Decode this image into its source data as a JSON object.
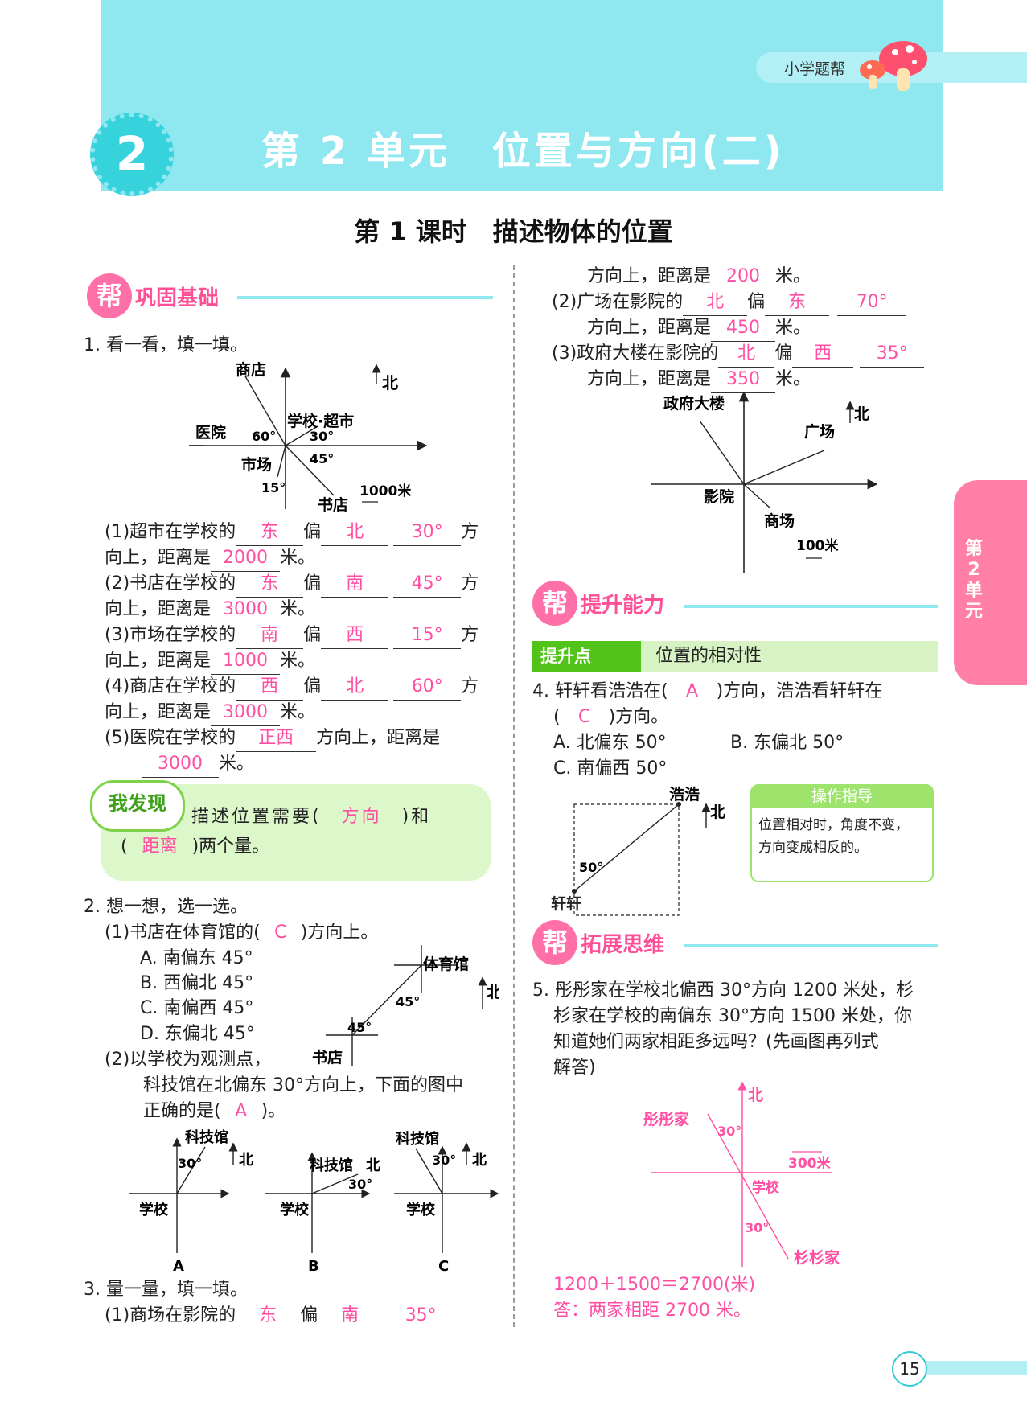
{
  "header": {
    "brand": "小学题帮",
    "unit_number": "2",
    "unit_title": "第 2 单元　位置与方向(二)",
    "lesson_title": "第 1 课时　描述物体的位置"
  },
  "sections": {
    "basic": "帮巩固基础",
    "improve": "帮提升能力",
    "expand": "帮拓展思维"
  },
  "side_tab": "第2单元",
  "page_number": "15",
  "q1": {
    "title": "1. 看一看，填一填。",
    "diagram": {
      "north": "北",
      "shop": "商店",
      "school": "学校·超市",
      "hospital": "医院",
      "market": "市场",
      "bookstore": "书店",
      "scale": "1000米",
      "a60": "60°",
      "a30": "30°",
      "a45": "45°",
      "a15": "15°"
    },
    "items": [
      {
        "pre": "(1)超市在学校的",
        "a1": "东",
        "a2": "北",
        "a3": "30°",
        "mid": "向上，距离是",
        "dist": "2000",
        "unit": "米。"
      },
      {
        "pre": "(2)书店在学校的",
        "a1": "东",
        "a2": "南",
        "a3": "45°",
        "mid": "向上，距离是",
        "dist": "3000",
        "unit": "米。"
      },
      {
        "pre": "(3)市场在学校的",
        "a1": "南",
        "a2": "西",
        "a3": "15°",
        "mid": "向上，距离是",
        "dist": "1000",
        "unit": "米。"
      },
      {
        "pre": "(4)商店在学校的",
        "a1": "西",
        "a2": "北",
        "a3": "60°",
        "mid": "向上，距离是",
        "dist": "3000",
        "unit": "米。"
      }
    ],
    "item5": {
      "pre": "(5)医院在学校的",
      "ans": "正西",
      "post": "方向上，距离是",
      "dist": "3000",
      "unit": "米。"
    },
    "pian": "偏",
    "fang": "方"
  },
  "discover": {
    "badge": "我发现",
    "l1": "描述位置需要(",
    "a1": "方向",
    "l1b": ")和",
    "l2a": "(",
    "a2": "距离",
    "l2b": ")两个量。"
  },
  "q2": {
    "title": "2. 想一想，选一选。",
    "p1": "(1)书店在体育馆的(",
    "p1ans": "C",
    "p1b": ")方向上。",
    "options": [
      "A. 南偏东 45°",
      "B. 西偏北 45°",
      "C. 南偏西 45°",
      "D. 东偏北 45°"
    ],
    "diagram": {
      "gym": "体育馆",
      "north": "北",
      "a45a": "45°",
      "a45b": "45°",
      "bookstore": "书店"
    },
    "p2a": "(2)以学校为观测点，",
    "p2b": "科技馆在北偏东 30°方向上，下面的图中",
    "p2c": "正确的是(",
    "p2ans": "A",
    "p2d": ")。",
    "figs": [
      {
        "label": "A",
        "tech": "科技馆",
        "school": "学校",
        "north": "北",
        "angle": "30°"
      },
      {
        "label": "B",
        "tech": "科技馆",
        "school": "学校",
        "north": "北",
        "angle": "30°"
      },
      {
        "label": "C",
        "tech": "科技馆",
        "school": "学校",
        "north": "北",
        "angle": "30°"
      }
    ]
  },
  "q3": {
    "title": "3. 量一量，填一填。",
    "i1": {
      "pre": "(1)商场在影院的",
      "a1": "东",
      "a2": "南",
      "a3": "35°",
      "mid": "方向上，距离是",
      "dist": "200",
      "unit": "米。"
    },
    "i2": {
      "pre": "(2)广场在影院的",
      "a1": "北",
      "a2": "东",
      "a3": "70°",
      "mid": "方向上，距离是",
      "dist": "450",
      "unit": "米。"
    },
    "i3": {
      "pre": "(3)政府大楼在影院的",
      "a1": "北",
      "a2": "西",
      "a3": "35°",
      "mid": "方向上，距离是",
      "dist": "350",
      "unit": "米。"
    },
    "diagram": {
      "gov": "政府大楼",
      "north": "北",
      "square": "广场",
      "cinema": "影院",
      "mall": "商场",
      "scale": "100米"
    }
  },
  "tisheng": {
    "badge": "提升点",
    "topic": "位置的相对性"
  },
  "q4": {
    "l1a": "4. 轩轩看浩浩在(",
    "ans1": "A",
    "l1b": ")方向，浩浩看轩轩在",
    "l2a": "(",
    "ans2": "C",
    "l2b": ")方向。",
    "optA": "A. 北偏东 50°",
    "optB": "B. 东偏北 50°",
    "optC": "C. 南偏西 50°",
    "diagram": {
      "haohao": "浩浩",
      "north": "北",
      "angle": "50°",
      "xuanxuan": "轩轩"
    },
    "tip_head": "操作指导",
    "tip_l1": "位置相对时，角度不变，",
    "tip_l2": "方向变成相反的。"
  },
  "q5": {
    "lines": [
      "5. 彤彤家在学校北偏西 30°方向 1200 米处，杉",
      "杉家在学校的南偏东 30°方向 1500 米处，你",
      "知道她们两家相距多远吗？(先画图再列式",
      "解答)"
    ],
    "diagram": {
      "north": "北",
      "tong": "彤彤家",
      "a1": "30°",
      "scale": "300米",
      "school": "学校",
      "a2": "30°",
      "shan": "杉杉家"
    },
    "ans1": "1200＋1500＝2700(米)",
    "ans2": "答：两家相距 2700 米。"
  },
  "colors": {
    "banner": "#8fe7ef",
    "answer": "#ff4fa3",
    "section": "#ff4f96",
    "tab": "#ff7fa6",
    "green": "#52c31a"
  }
}
